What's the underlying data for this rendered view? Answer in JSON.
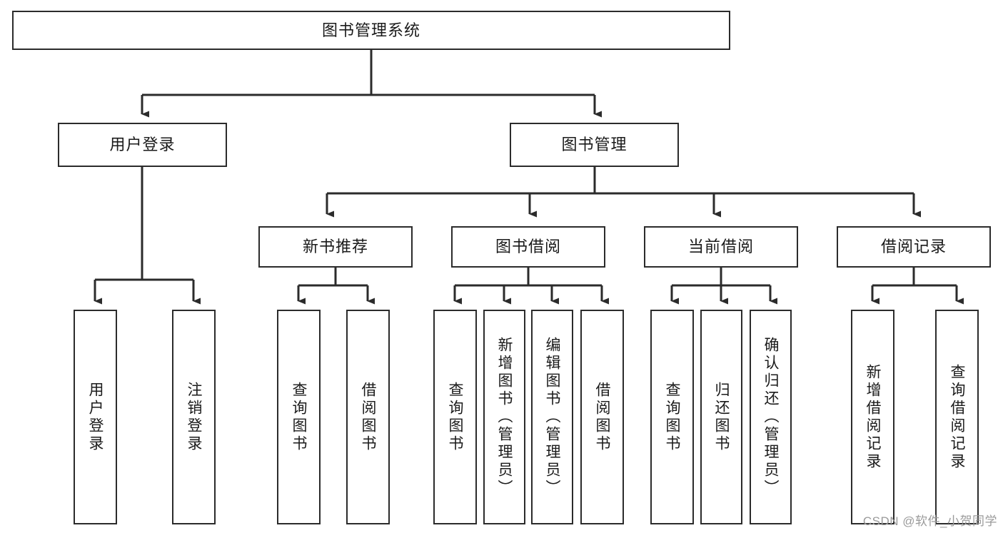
{
  "diagram": {
    "title": "图书管理系统",
    "root": {
      "label": "图书管理系统"
    },
    "level2": [
      {
        "label": "用户登录"
      },
      {
        "label": "图书管理"
      }
    ],
    "level3": [
      {
        "label": "新书推荐"
      },
      {
        "label": "图书借阅"
      },
      {
        "label": "当前借阅"
      },
      {
        "label": "借阅记录"
      }
    ],
    "leaves": {
      "user_login": [
        {
          "label": "用户登录"
        },
        {
          "label": "注销登录"
        }
      ],
      "new_book_recommend": [
        {
          "label": "查询图书"
        },
        {
          "label": "借阅图书"
        }
      ],
      "book_borrow": [
        {
          "label": "查询图书"
        },
        {
          "label": "新增图书（管理员）"
        },
        {
          "label": "编辑图书（管理员）"
        },
        {
          "label": "借阅图书"
        }
      ],
      "current_borrow": [
        {
          "label": "查询图书"
        },
        {
          "label": "归还图书"
        },
        {
          "label": "确认归还（管理员）"
        }
      ],
      "borrow_record": [
        {
          "label": "新增借阅记录"
        },
        {
          "label": "查询借阅记录"
        }
      ]
    }
  },
  "watermark": {
    "text": "CSDN @软件_小贺同学"
  },
  "colors": {
    "stroke": "#2b2b2b",
    "text": "#1a1a1a",
    "background": "#ffffff",
    "watermark": "#9a9a9a"
  }
}
